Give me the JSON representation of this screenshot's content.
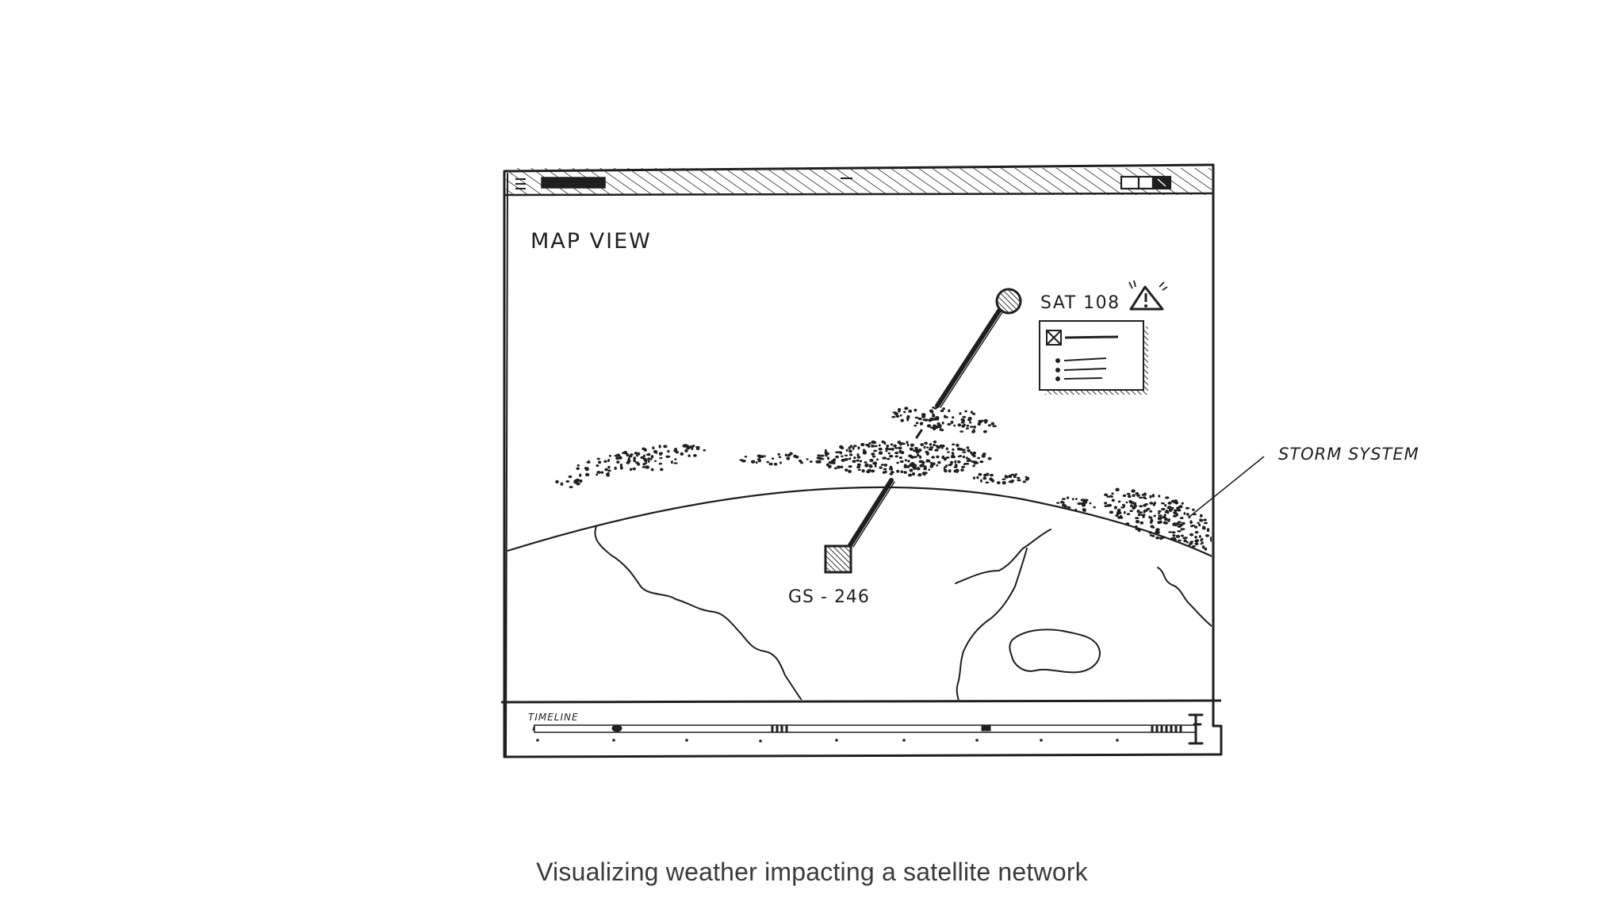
{
  "window": {
    "view_title": "MAP VIEW"
  },
  "map": {
    "satellite_label": "SAT 108",
    "alert_icon": "warning-triangle-icon",
    "ground_station_label": "GS - 246"
  },
  "annotations": {
    "storm_label": "STORM SYSTEM"
  },
  "timeline": {
    "label": "TIMELINE"
  },
  "caption": "Visualizing weather impacting a satellite network"
}
